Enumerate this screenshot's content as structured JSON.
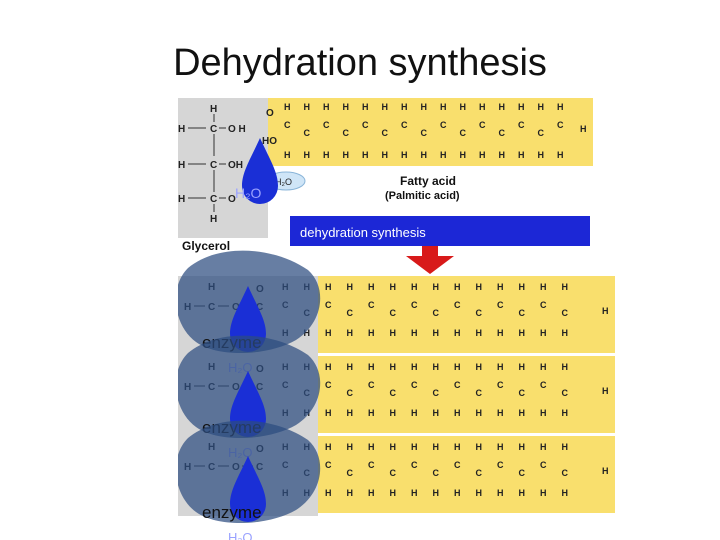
{
  "slide": {
    "title": "Dehydration synthesis"
  },
  "glycerol": {
    "label": "Glycerol",
    "rows": [
      {
        "h_left": "H",
        "carbon": "C",
        "group": "O H"
      },
      {
        "h_left": "H",
        "carbon": "C",
        "group": "OH"
      },
      {
        "h_left": "H",
        "carbon": "C",
        "group": "O"
      }
    ],
    "h_top": "H",
    "h_bottom": "H"
  },
  "fatty_acid": {
    "label": "Fatty acid",
    "sublabel": "(Palmitic acid)",
    "carboxyl_o": "O",
    "carboxyl_ho": "HO",
    "atom_c": "C",
    "atom_h": "H"
  },
  "water": {
    "label": "H₂O",
    "bubble_label": "H₂O"
  },
  "arrow": {
    "label": "dehydration synthesis"
  },
  "enzyme": {
    "label": "enzyme",
    "count": 3
  },
  "product": {
    "atom_c": "C",
    "atom_h": "H",
    "atom_o": "O"
  },
  "colors": {
    "yellow_panel": "#f9df6d",
    "grey_panel": "#d6d6d6",
    "blue_banner": "#1c27d6",
    "red_arrow": "#d81a1a",
    "water_drop": "#1a2fd6",
    "enzyme_blob": "#2c4c7f"
  }
}
